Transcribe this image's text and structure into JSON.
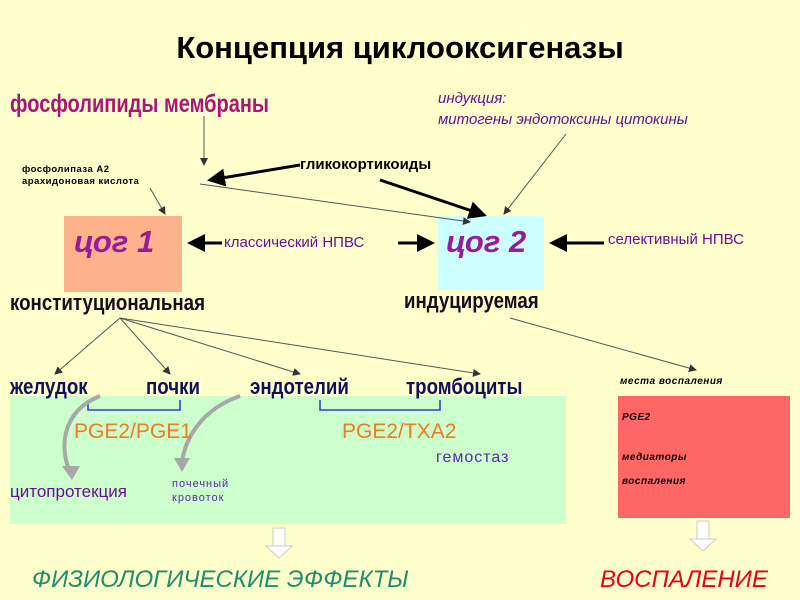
{
  "title": "Концепция циклооксигеназы",
  "membrane": "фосфолипиды мембраны",
  "induction": {
    "heading": "индукция:",
    "factors": "митогены  эндотоксины   цитокины"
  },
  "phospholipase": {
    "line1": "фосфолипаза А2",
    "line2": "арахидоновая кислота"
  },
  "glucocorticoids": "гликокортикоиды",
  "cox1": {
    "label": "цог 1",
    "type": "конституциональная"
  },
  "cox2": {
    "label": "цог 2",
    "type": "индуцируемая"
  },
  "classic_nsaid": "классический НПВС",
  "selective_nsaid": "селективный НПВС",
  "organs": {
    "stomach": "желудок",
    "kidneys": "почки",
    "endothelium": "эндотелий",
    "platelets": "тромбоциты"
  },
  "pge_left": "PGE2/PGE1",
  "pge_right": "PGE2/TXA2",
  "hemostasis": "гемостаз",
  "cytoprotection": "цитопротекция",
  "renal_flow": {
    "line1": "почечный",
    "line2": "кровоток"
  },
  "inflammation_sites": "места воспаления",
  "inflammation_box": {
    "pge": "PGE2",
    "mediators_line1": "медиаторы",
    "mediators_line2": "воспаления"
  },
  "physio_effects": "ФИЗИОЛОГИЧЕСКИЕ ЭФФЕКТЫ",
  "inflammation": "ВОСПАЛЕНИЕ",
  "colors": {
    "background": "#ffffcc",
    "cox1_box": "#ffb38a",
    "cox2_box": "#ccffff",
    "effects_box": "#ccffcc",
    "inflammation_box": "#ff6666",
    "physio_text": "#1e8e6e",
    "inflammation_text": "#e8001a",
    "magenta": "#aa1677"
  }
}
